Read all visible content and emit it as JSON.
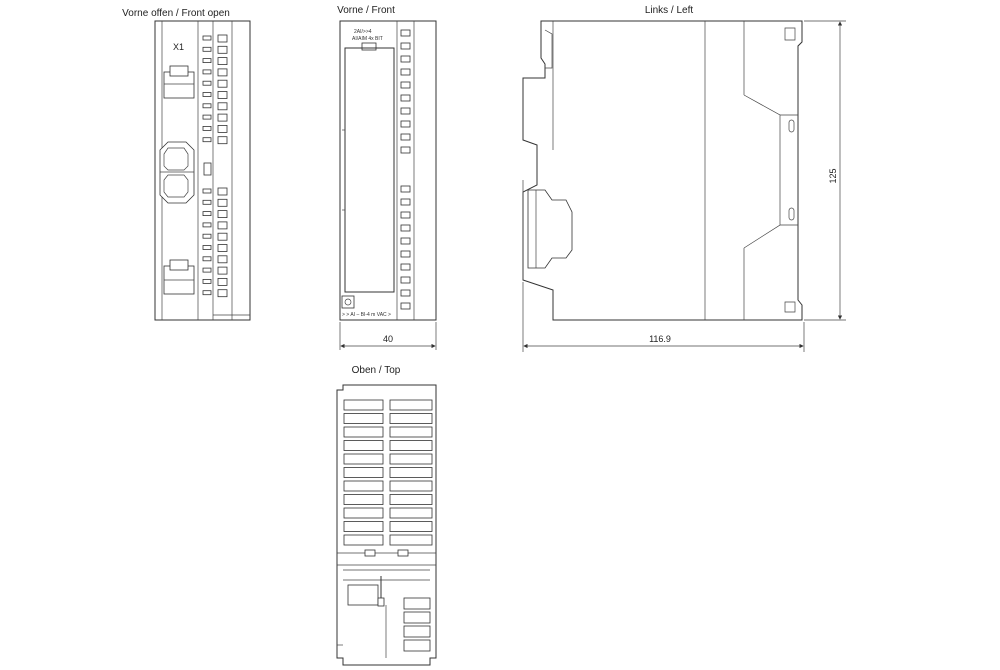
{
  "views": {
    "front_open": {
      "title": "Vorne offen / Front open",
      "connector_label": "X1"
    },
    "front": {
      "title": "Vorne / Front",
      "nameplate_line1": "2AI/>>4",
      "nameplate_line2": "AI/AIM 4x BIT",
      "bottom_text": "> > AI  – BI-4 m  VAC >",
      "width_dim": "40"
    },
    "left": {
      "title": "Links / Left",
      "depth_dim": "116.9",
      "height_dim": "125"
    },
    "top": {
      "title": "Oben / Top"
    }
  },
  "colors": {
    "line": "#333333",
    "background": "#ffffff"
  }
}
